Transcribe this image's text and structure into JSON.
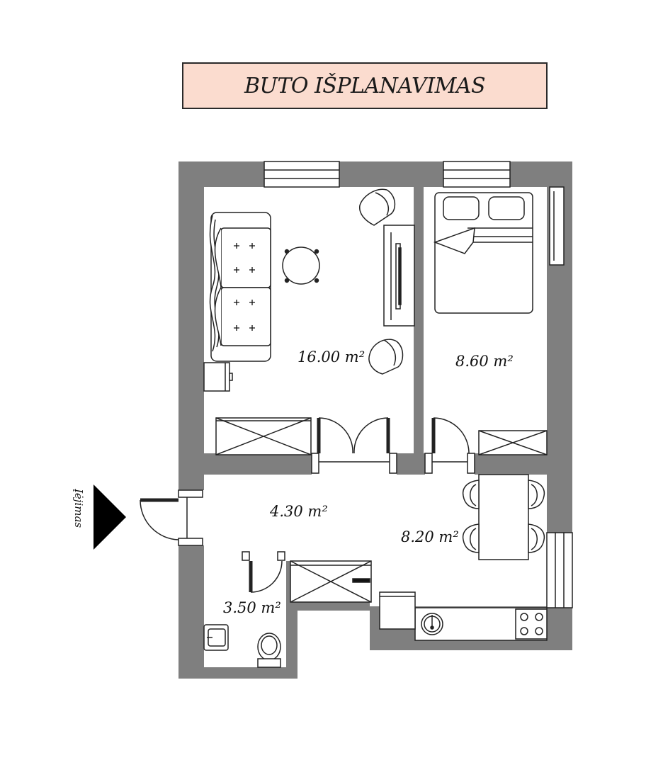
{
  "title": "BUTO IŠPLANAVIMAS",
  "entrance_label": "Įėjimas",
  "rooms": [
    {
      "id": "living",
      "area": "16.00 m²"
    },
    {
      "id": "bedroom",
      "area": "8.60 m²"
    },
    {
      "id": "hall",
      "area": "4.30 m²"
    },
    {
      "id": "kitchen",
      "area": "8.20 m²"
    },
    {
      "id": "bathroom",
      "area": "3.50 m²"
    }
  ],
  "colors": {
    "wall": "#7f7f7f",
    "title_background": "#fbdccf",
    "line": "#222222"
  }
}
